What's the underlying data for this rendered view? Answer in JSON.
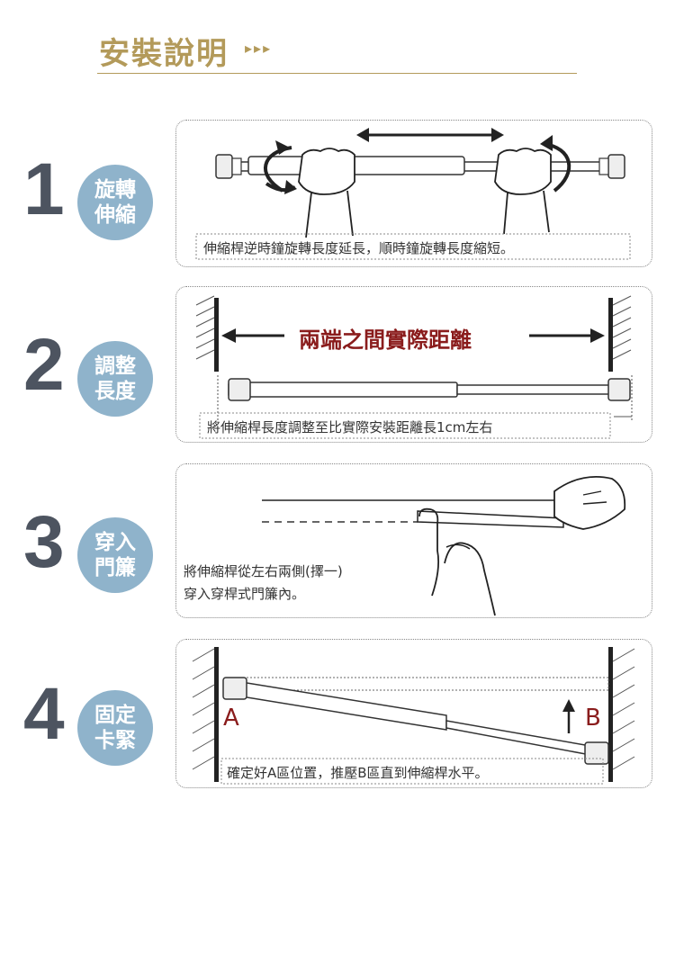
{
  "header": {
    "title": "安裝說明",
    "arrows": "▸▸▸"
  },
  "steps": [
    {
      "number": "1",
      "line1": "旋轉",
      "line2": "伸縮",
      "caption": "伸縮桿逆時鐘旋轉長度延長，順時鐘旋轉長度縮短。"
    },
    {
      "number": "2",
      "line1": "調整",
      "line2": "長度",
      "label": "兩端之間實際距離",
      "caption": "將伸縮桿長度調整至比實際安裝距離長1cm左右"
    },
    {
      "number": "3",
      "line1": "穿入",
      "line2": "門簾",
      "caption_line1": "將伸縮桿從左右兩側(擇一)",
      "caption_line2": "穿入穿桿式門簾內。"
    },
    {
      "number": "4",
      "line1": "固定",
      "line2": "卡緊",
      "mark_a": "A",
      "mark_b": "B",
      "caption": "確定好A區位置，推壓B區直到伸縮桿水平。"
    }
  ],
  "colors": {
    "gold": "#b39a5a",
    "circle": "#8fb3cb",
    "number": "#4d5460",
    "red": "#8a1c1c"
  }
}
